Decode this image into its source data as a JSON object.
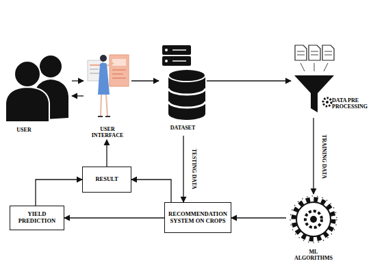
{
  "diagram": {
    "nodes": [
      {
        "text": [
          "USER"
        ]
      },
      {
        "text": [
          "USER INTERFACE"
        ]
      },
      {
        "text": [
          "DATASET"
        ]
      },
      {
        "text": [
          "DATA PRE PROCESSING"
        ]
      },
      {
        "text": [
          "ML ALGORITHMS"
        ]
      },
      {
        "text": [
          "RESULT"
        ]
      },
      {
        "text": [
          "RECOMMENDATION SYSTEM ON CROPS"
        ]
      },
      {
        "text": [
          "YIELD PREDICTION"
        ]
      }
    ],
    "edges": [
      {
        "from": 0,
        "to": 1,
        "arrow": "to"
      },
      {
        "from": 1,
        "to": 0,
        "arrow": "to"
      },
      {
        "from": 1,
        "to": 2,
        "arrow": "to"
      },
      {
        "from": 2,
        "to": 3,
        "arrow": "to"
      },
      {
        "from": 3,
        "to": 4,
        "label": "TRAINING DATA",
        "arrow": "to"
      },
      {
        "from": 2,
        "to": 6,
        "label": "TESTING DATA",
        "arrow": "to"
      },
      {
        "from": 4,
        "to": 6,
        "arrow": "to"
      },
      {
        "from": 6,
        "to": 7,
        "arrow": "to"
      },
      {
        "from": 6,
        "to": 5,
        "arrow": "to"
      },
      {
        "from": 7,
        "to": 5,
        "arrow": "to"
      },
      {
        "from": 5,
        "to": 1,
        "arrow": "to"
      }
    ]
  }
}
